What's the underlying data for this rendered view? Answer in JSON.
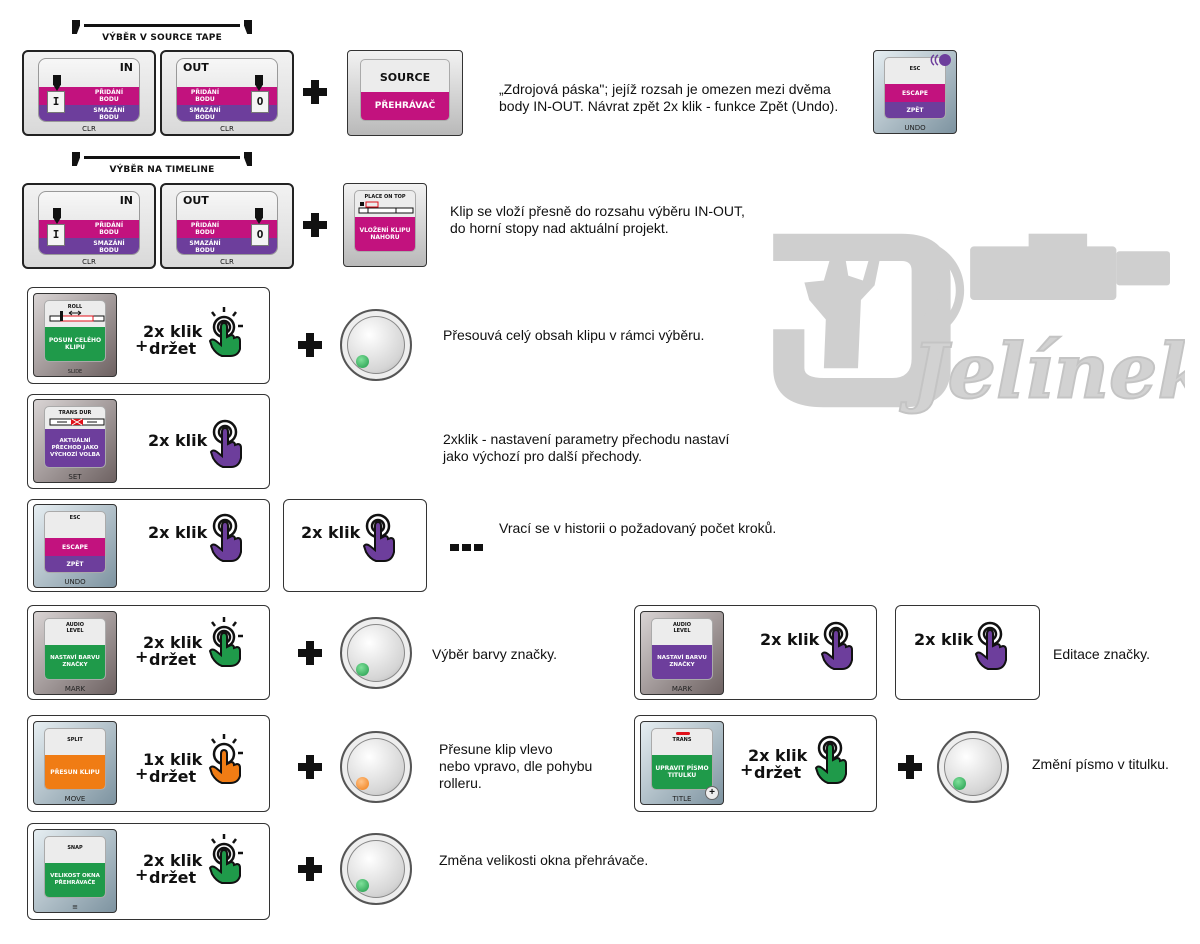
{
  "colors": {
    "magenta": "#c2127e",
    "purple": "#6d3e9c",
    "green": "#1f9a4a",
    "orange": "#f07c14",
    "logo_grey": "#cfcfcf"
  },
  "section_source": {
    "bracket_label": "VÝBĚR V SOURCE TAPE",
    "in_key": {
      "title": "IN",
      "add": "PŘIDÁNÍ BODU",
      "del": "SMAZÁNÍ BODU",
      "letter": "I",
      "bottom": "CLR"
    },
    "out_key": {
      "title": "OUT",
      "add": "PŘIDÁNÍ BODU",
      "del": "SMAZÁNÍ BODU",
      "letter": "O",
      "bottom": "CLR"
    },
    "source_key": {
      "top": "SOURCE",
      "band": "PŘEHRÁVAČ"
    },
    "description_line1": "„Zdrojová páska\";  jejíž rozsah je omezen mezi dvěma",
    "description_line2": "body IN-OUT. Návrat zpět 2x klik - funkce Zpět (Undo).",
    "undo_key": {
      "top": "ESC",
      "band1": "ESCAPE",
      "band2": "ZPĚT",
      "bottom": "UNDO"
    }
  },
  "section_timeline": {
    "bracket_label": "VÝBĚR NA TIMELINE",
    "in_key": {
      "title": "IN",
      "add": "PŘIDÁNÍ BODU",
      "del": "SMAZÁNÍ BODU",
      "letter": "I",
      "bottom": "CLR"
    },
    "out_key": {
      "title": "OUT",
      "add": "PŘIDÁNÍ BODU",
      "del": "SMAZÁNÍ BODU",
      "letter": "O",
      "bottom": "CLR"
    },
    "place_key": {
      "top": "PLACE ON TOP",
      "band": "VLOŽENÍ KLIPU NAHORU"
    },
    "description_line1": "Klip se vloží přesně do rozsahu výběru IN-OUT,",
    "description_line2": "do horní stopy nad aktuální projekt."
  },
  "rows": [
    {
      "key": {
        "top": "ROLL",
        "band": "POSUN CELÉHO KLIPU",
        "bottom": "SLIDE",
        "color": "green"
      },
      "gesture": {
        "line1": "2x klik",
        "line2": "držet",
        "plus": "+"
      },
      "knob": true,
      "description": [
        "Přesouvá celý obsah  klipu v rámci výběru."
      ]
    },
    {
      "key": {
        "top": "TRANS DUR",
        "band": "AKTUÁLNÍ PŘECHOD JAKO VÝCHOZÍ VOLBA",
        "bottom": "SET",
        "color": "purple"
      },
      "gesture": {
        "line1": "2x klik"
      },
      "description": [
        "2xklik - nastavení parametry přechodu nastaví",
        "jako výchozí pro další přechody."
      ]
    },
    {
      "key": {
        "top": "ESC",
        "band1": "ESCAPE",
        "band2": "ZPĚT",
        "bottom": "UNDO"
      },
      "gesture": {
        "line1": "2x klik"
      },
      "gesture2": {
        "line1": "2x klik"
      },
      "description": [
        "Vrací se v historii o požadovaný počet kroků."
      ]
    },
    {
      "key": {
        "top": "AUDIO LEVEL",
        "band": "NASTAVÍ BARVU ZNAČKY",
        "bottom": "MARK",
        "color": "green"
      },
      "gesture": {
        "line1": "2x klik",
        "line2": "držet",
        "plus": "+"
      },
      "knob": true,
      "description": [
        "Výběr barvy značky."
      ]
    },
    {
      "key": {
        "top": "AUDIO LEVEL",
        "band": "NASTAVÍ BARVU ZNAČKY",
        "bottom": "MARK",
        "color": "purple"
      },
      "gesture": {
        "line1": "2x klik"
      },
      "gesture2": {
        "line1": "2x klik"
      },
      "description": [
        "Editace značky."
      ]
    },
    {
      "key": {
        "top": "SPLIT",
        "band": "PŘESUN KLIPU",
        "bottom": "MOVE",
        "color": "orange"
      },
      "gesture": {
        "line1": "1x klik",
        "line2": "držet",
        "plus": "+"
      },
      "knob": true,
      "description": [
        "Přesune klip vlevo",
        "nebo vpravo, dle pohybu",
        "rolleru."
      ]
    },
    {
      "key": {
        "top": "TRANS",
        "band": "UPRAVIT PÍSMO TITULKU",
        "bottom": "TITLE",
        "color": "green"
      },
      "gesture": {
        "line1": "2x klik",
        "line2": "držet",
        "plus": "+"
      },
      "knob": true,
      "description": [
        "Změní písmo v titulku."
      ]
    },
    {
      "key": {
        "top": "SNAP",
        "band": "VELIKOST OKNA PŘEHRÁVAČE",
        "bottom": "≡",
        "color": "green"
      },
      "gesture": {
        "line1": "2x klik",
        "line2": "držet",
        "plus": "+"
      },
      "knob": true,
      "description": [
        "Změna velikosti okna přehrávače."
      ]
    }
  ],
  "logo": {
    "text": "Jelínek"
  }
}
